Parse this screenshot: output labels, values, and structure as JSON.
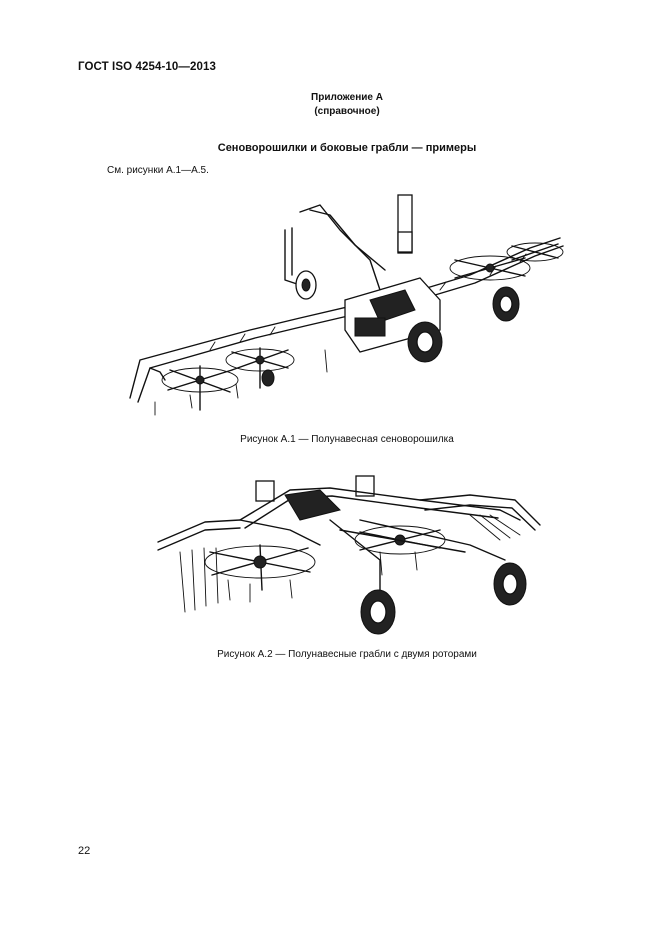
{
  "header": {
    "doc_code": "ГОСТ ISO 4254-10—2013"
  },
  "appendix": {
    "title": "Приложение А",
    "subtitle": "(справочное)"
  },
  "section": {
    "heading": "Сеноворошилки и боковые грабли — примеры",
    "intro": "См. рисунки А.1—А.5."
  },
  "figures": [
    {
      "caption": "Рисунок А.1 — Полунавесная сеноворошилка"
    },
    {
      "caption": "Рисунок А.2 — Полунавесные грабли с двумя роторами"
    }
  ],
  "footer": {
    "page_number": "22"
  }
}
